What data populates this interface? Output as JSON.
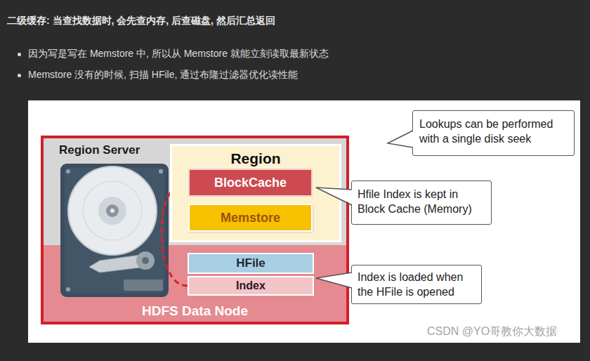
{
  "diagram": {
    "title": "二级缓存: 当查找数据时, 会先查内存, 后查磁盘, 然后汇总返回",
    "nodes": [
      {
        "text": [
          "Region Server",
          "HDFS Data Node"
        ]
      },
      {
        "text": [
          "Region"
        ],
        "in": 0
      },
      {
        "text": [
          "BlockCache"
        ],
        "in": 1
      },
      {
        "text": [
          "Memstore"
        ],
        "in": 1
      },
      {
        "text": [
          "HFile"
        ],
        "in": 0
      },
      {
        "text": [
          "Index"
        ],
        "in": 0
      },
      {
        "text": [
          "Lookups can be performed with a single disk seek"
        ]
      },
      {
        "text": [
          "Hfile Index is kept in Block Cache (Memory)"
        ]
      },
      {
        "text": [
          "Index is loaded when the HFile is opened"
        ]
      }
    ],
    "edges": [
      {
        "from": 5,
        "to": 2,
        "arrow": "to"
      }
    ],
    "labels": [
      "因为写是写在 Memstore 中, 所以从 Memstore 就能立刻读取最新状态",
      "Memstore 没有的时候, 扫描 HFile, 通过布隆过滤器优化读性能",
      "CSDN @YO哥教你大数据"
    ]
  }
}
